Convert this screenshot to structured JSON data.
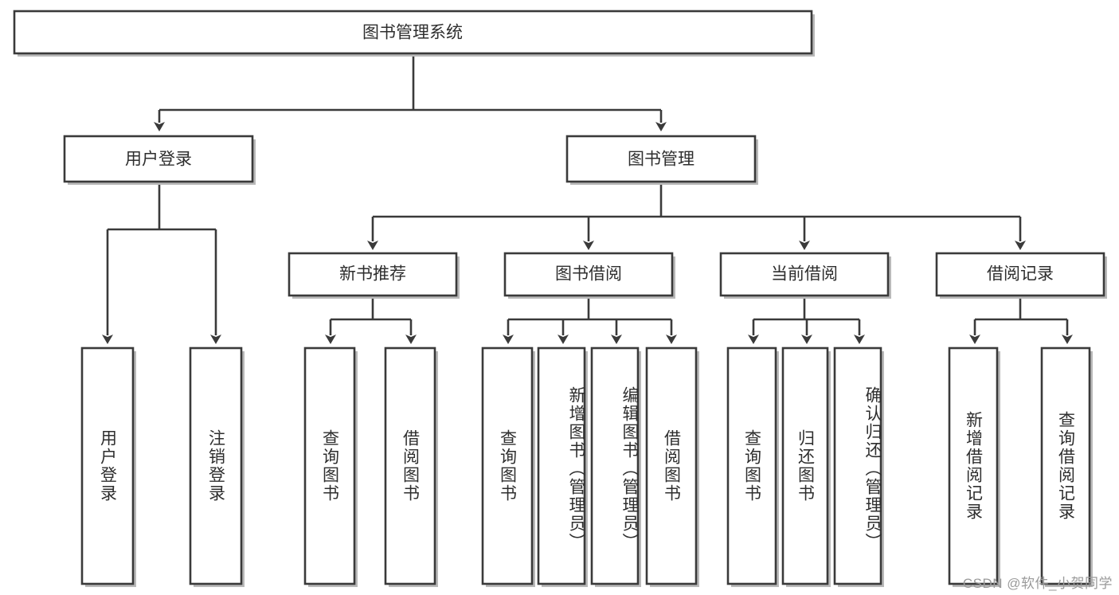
{
  "diagram": {
    "title": "图书管理系统",
    "type": "tree",
    "colors": {
      "box_fill": "#ffffff",
      "box_stroke": "#3a3a3a",
      "text": "#2e2e2e",
      "watermark": "#9a9a9a",
      "background": "#ffffff"
    },
    "root": {
      "label": "图书管理系统"
    },
    "level2": [
      {
        "label": "用户登录"
      },
      {
        "label": "图书管理"
      }
    ],
    "level3": [
      {
        "label": "新书推荐"
      },
      {
        "label": "图书借阅"
      },
      {
        "label": "当前借阅"
      },
      {
        "label": "借阅记录"
      }
    ],
    "leaves": {
      "user_login": [
        {
          "label": "用户登录"
        },
        {
          "label": "注销登录"
        }
      ],
      "new_book_recommend": [
        {
          "label": "查询图书"
        },
        {
          "label": "借阅图书"
        }
      ],
      "book_borrow": [
        {
          "label": "查询图书"
        },
        {
          "label": "新增图书（管理员）"
        },
        {
          "label": "编辑图书（管理员）"
        },
        {
          "label": "借阅图书"
        }
      ],
      "current_borrow": [
        {
          "label": "查询图书"
        },
        {
          "label": "归还图书"
        },
        {
          "label": "确认归还（管理员）"
        }
      ],
      "borrow_records": [
        {
          "label": "新增借阅记录"
        },
        {
          "label": "查询借阅记录"
        }
      ]
    }
  },
  "watermark": {
    "text": "CSDN @软件_小贺同学"
  }
}
